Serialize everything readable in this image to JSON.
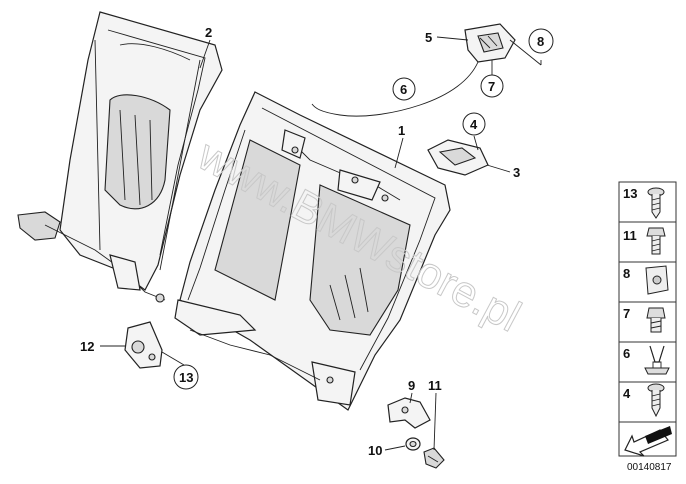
{
  "callouts": [
    {
      "number": "1",
      "circled": false
    },
    {
      "number": "2",
      "circled": false
    },
    {
      "number": "3",
      "circled": false
    },
    {
      "number": "4",
      "circled": true
    },
    {
      "number": "5",
      "circled": false
    },
    {
      "number": "6",
      "circled": true
    },
    {
      "number": "7",
      "circled": true
    },
    {
      "number": "8",
      "circled": true
    },
    {
      "number": "9",
      "circled": false
    },
    {
      "number": "10",
      "circled": false
    },
    {
      "number": "11",
      "circled": false
    },
    {
      "number": "12",
      "circled": false
    },
    {
      "number": "13",
      "circled": true
    }
  ],
  "legend": {
    "items": [
      {
        "number": "13",
        "icon": "torx-screw-icon"
      },
      {
        "number": "11",
        "icon": "hex-bolt-icon"
      },
      {
        "number": "8",
        "icon": "clip-nut-icon"
      },
      {
        "number": "7",
        "icon": "hex-screw-icon"
      },
      {
        "number": "6",
        "icon": "snap-rivet-icon"
      },
      {
        "number": "4",
        "icon": "self-tapping-screw-icon"
      }
    ]
  },
  "watermark": "www.BMWstore.pl",
  "diagram_id": "00140817"
}
